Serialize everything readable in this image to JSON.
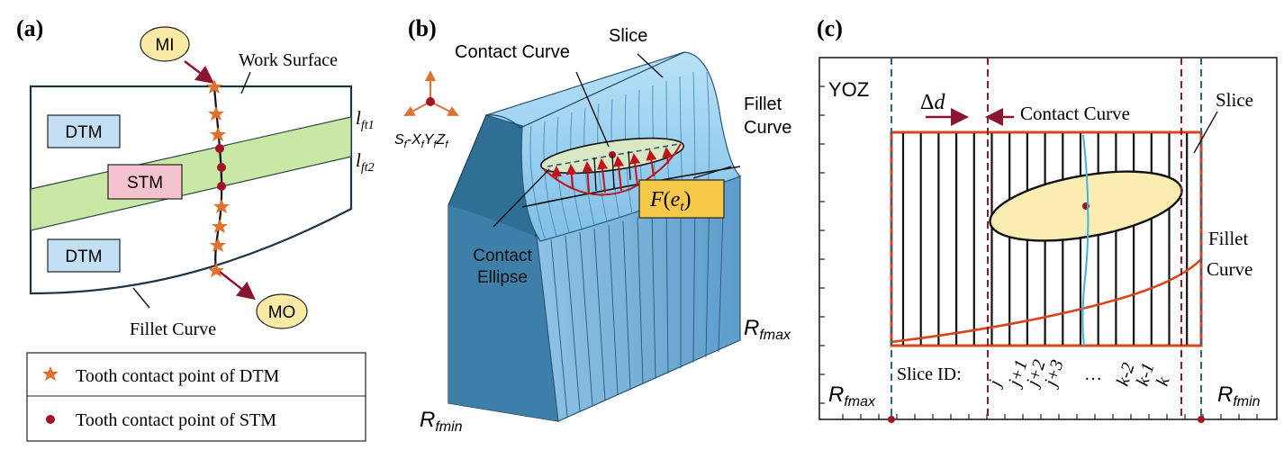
{
  "panel_a": {
    "label": "(a)",
    "mi": "MI",
    "mo": "MO",
    "work_surface": "Work Surface",
    "dtm_top": "DTM",
    "dtm_bottom": "DTM",
    "stm": "STM",
    "lft1_main": "l",
    "lft1_sub": "ft1",
    "lft2_main": "l",
    "lft2_sub": "ft2",
    "fillet_curve": "Fillet Curve",
    "legend_dtm": "Tooth contact point of DTM",
    "legend_stm": "Tooth contact point of STM",
    "colors": {
      "star": "#e0702a",
      "dot": "#a01426",
      "band": "#c9e8a6",
      "dtm_box": "#c3dff5",
      "stm_box": "#f5c2d0",
      "callout": "#fbeaa6"
    }
  },
  "panel_b": {
    "label": "(b)",
    "coord": "Sf-XfYfZf",
    "coord_S": "S",
    "coord_f1": "f",
    "coord_X": "-X",
    "coord_f2": "f",
    "coord_Y": "Y",
    "coord_f3": "f",
    "coord_Z": "Z",
    "coord_f4": "f",
    "contact_curve": "Contact Curve",
    "slice": "Slice",
    "fillet_curve_1": "Fillet",
    "fillet_curve_2": "Curve",
    "contact_ellipse_1": "Contact",
    "contact_ellipse_2": "Ellipse",
    "force_F": "F",
    "force_open": "(",
    "force_e": "e",
    "force_t": "t",
    "force_close": ")",
    "rfmax_R": "R",
    "rfmax_sub": "fmax",
    "rfmin_R": "R",
    "rfmin_sub": "fmin",
    "colors": {
      "top": "#9fd4f4",
      "front": "#5b9cc7",
      "side": "#2e6d93",
      "ellipse": "#d9e8c4",
      "arrow": "#c0141c"
    }
  },
  "panel_c": {
    "label": "(c)",
    "plane": "YOZ",
    "delta_d_sym": "Δ",
    "delta_d_var": "d",
    "contact_curve": "Contact Curve",
    "slice": "Slice",
    "fillet_1": "Fillet",
    "fillet_2": "Curve",
    "slice_id": "Slice ID:",
    "slice_ids": [
      "j",
      "j+1",
      "j+2",
      "j+3",
      "...",
      "k-2",
      "k-1",
      "k"
    ],
    "rfmax_R": "R",
    "rfmax_sub": "fmax",
    "rfmin_R": "R",
    "rfmin_sub": "fmin",
    "colors": {
      "frame": "#d9441c",
      "ellipse": "#fbedb2",
      "dashed_red": "#8a1c2e",
      "dashed_teal": "#2a6a86",
      "cyan": "#3cb4dc"
    }
  }
}
